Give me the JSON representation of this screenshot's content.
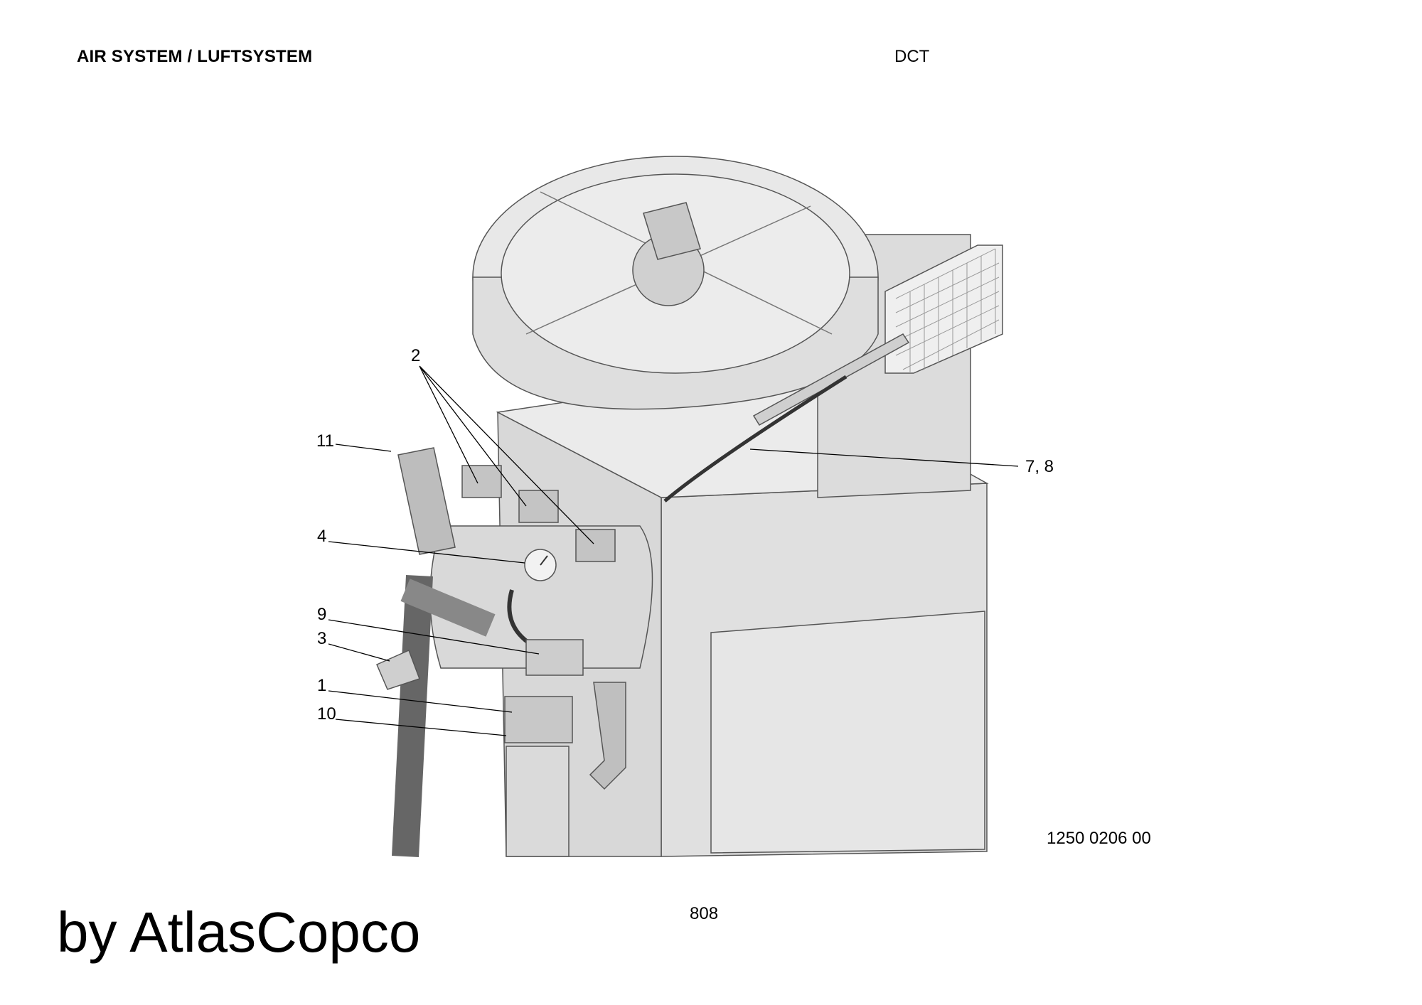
{
  "header": {
    "title": "AIR SYSTEM / LUFTSYSTEM",
    "model": "DCT"
  },
  "drawing": {
    "drawing_number": "1250 0206 00",
    "callouts": [
      {
        "label": "2"
      },
      {
        "label": "11"
      },
      {
        "label": "4"
      },
      {
        "label": "9"
      },
      {
        "label": "3"
      },
      {
        "label": "1"
      },
      {
        "label": "10"
      },
      {
        "label": "7, 8"
      }
    ]
  },
  "footer": {
    "page_number": "808",
    "brand": "by AtlasCopco"
  }
}
